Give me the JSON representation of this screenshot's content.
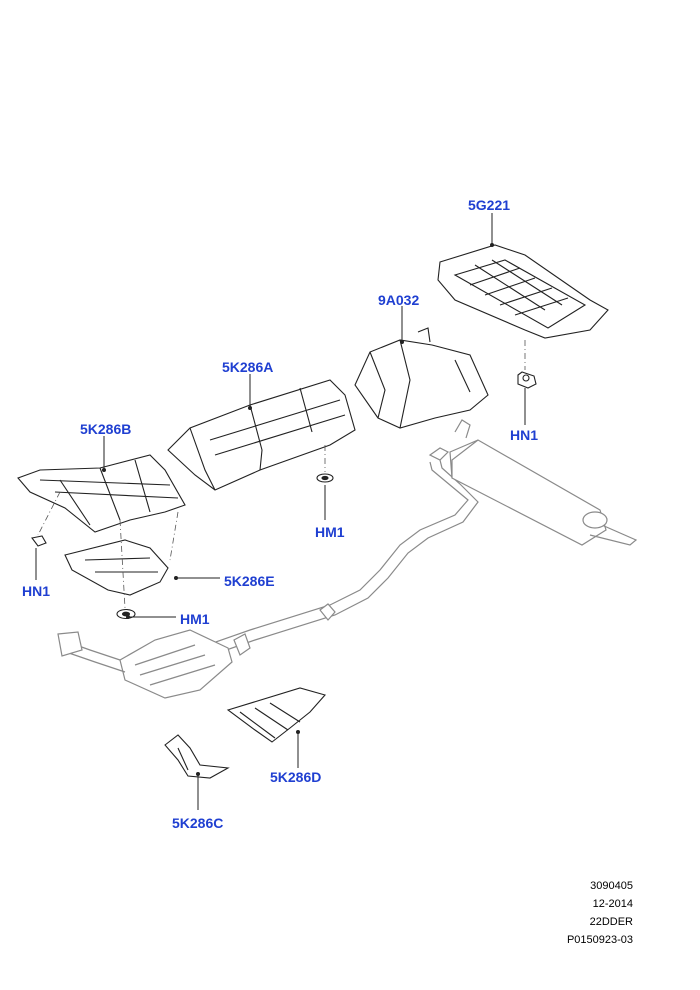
{
  "callouts": {
    "heat_shield_rear_floor": "5G221",
    "heat_shield_center_tunnel": "9A032",
    "heat_shield_front_tunnel": "5K286A",
    "heat_shield_cat_upper": "5K286B",
    "heat_shield_cat_lower": "5K286E",
    "heat_shield_front_d": "5K286D",
    "heat_shield_front_c": "5K286C",
    "fastener_hn1_right": "HN1",
    "fastener_hm1_center": "HM1",
    "fastener_hn1_left": "HN1",
    "fastener_hm1_left": "HM1"
  },
  "footer": {
    "line1": "3090405",
    "line2": "12-2014",
    "line3": "22DDER",
    "line4": "P0150923-03"
  },
  "colors": {
    "callout_text": "#1f3fd1",
    "line_art": "#222222",
    "exhaust_line_art": "#8a8a8a"
  }
}
